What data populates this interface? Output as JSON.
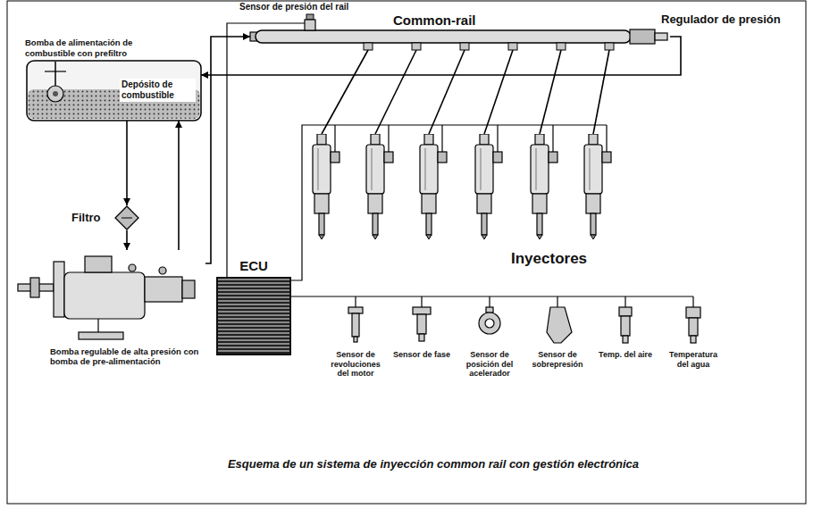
{
  "diagram": {
    "caption": "Esquema de un sistema de inyección common rail con gestión electrónica",
    "nodes": [
      {
        "text": [
          "Common-rail"
        ]
      },
      {
        "text": [
          "Depósito de combustible"
        ]
      },
      {
        "text": [
          "Filtro"
        ]
      },
      {
        "text": [
          "Bomba regulable de alta presión con bomba de pre-alimentación"
        ]
      },
      {
        "text": [
          "ECU"
        ]
      }
    ],
    "edges": [
      {
        "from": 1,
        "to": 2,
        "arrow": "to"
      },
      {
        "from": 2,
        "to": 3,
        "arrow": "to"
      },
      {
        "from": 3,
        "to": 0,
        "arrow": "to"
      },
      {
        "from": 0,
        "to": 1,
        "arrow": "to"
      },
      {
        "from": 3,
        "to": 1,
        "arrow": "to"
      }
    ],
    "labels": [
      "Sensor de presión del rail",
      "Regulador de presión",
      "Bomba de alimentación de combustible con prefiltro",
      "Inyectores",
      "Sensor de revoluciones del motor",
      "Sensor de fase",
      "Sensor de posición del acelerador",
      "Sensor de sobrepresión",
      "Temp. del aire",
      "Temperatura del agua"
    ]
  }
}
